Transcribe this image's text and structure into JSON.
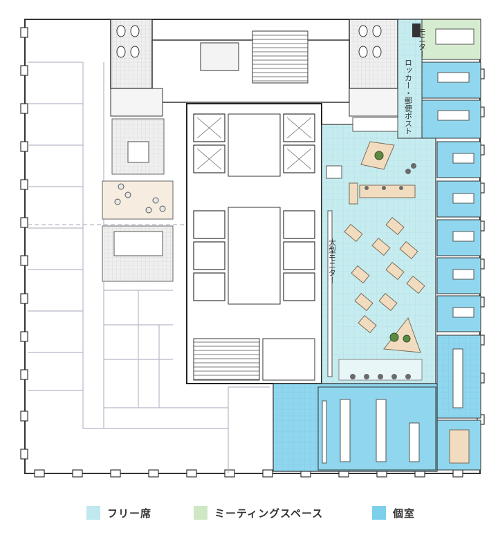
{
  "labels": {
    "monitor_small": "モニター",
    "locker_post": "ロッカー・郵便ポスト",
    "monitor_large": "大型モニター"
  },
  "legend": {
    "items": [
      {
        "label": "フリー席",
        "color": "#bfe8ef"
      },
      {
        "label": "ミーティングスペース",
        "color": "#cfe8c4"
      },
      {
        "label": "個室",
        "color": "#7cd0ea"
      }
    ]
  },
  "colors": {
    "free_seat": "#c6ecf0",
    "meeting": "#d6ecd0",
    "private_room": "#8fd6ee",
    "wall": "#222222",
    "desk": "#ffffff",
    "lounge_table": "#f2dcc0"
  },
  "icons": [
    "plant-icon",
    "chair-icon",
    "toilet-icon",
    "elevator-icon",
    "stair-icon"
  ]
}
